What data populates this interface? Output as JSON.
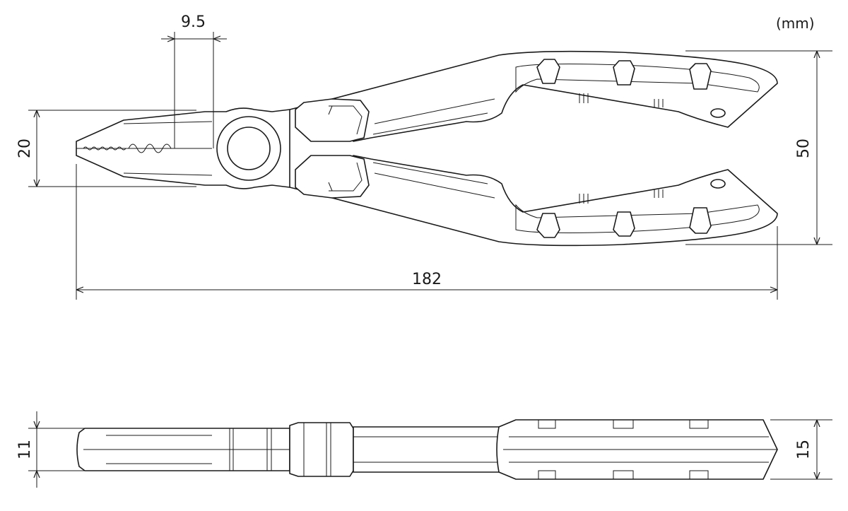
{
  "unit_label": "(mm)",
  "top_view": {
    "jaw_width": "9.5",
    "tip_height": "20",
    "total_length": "182",
    "handle_span": "50"
  },
  "side_view": {
    "head_thickness": "11",
    "handle_thickness": "15"
  }
}
